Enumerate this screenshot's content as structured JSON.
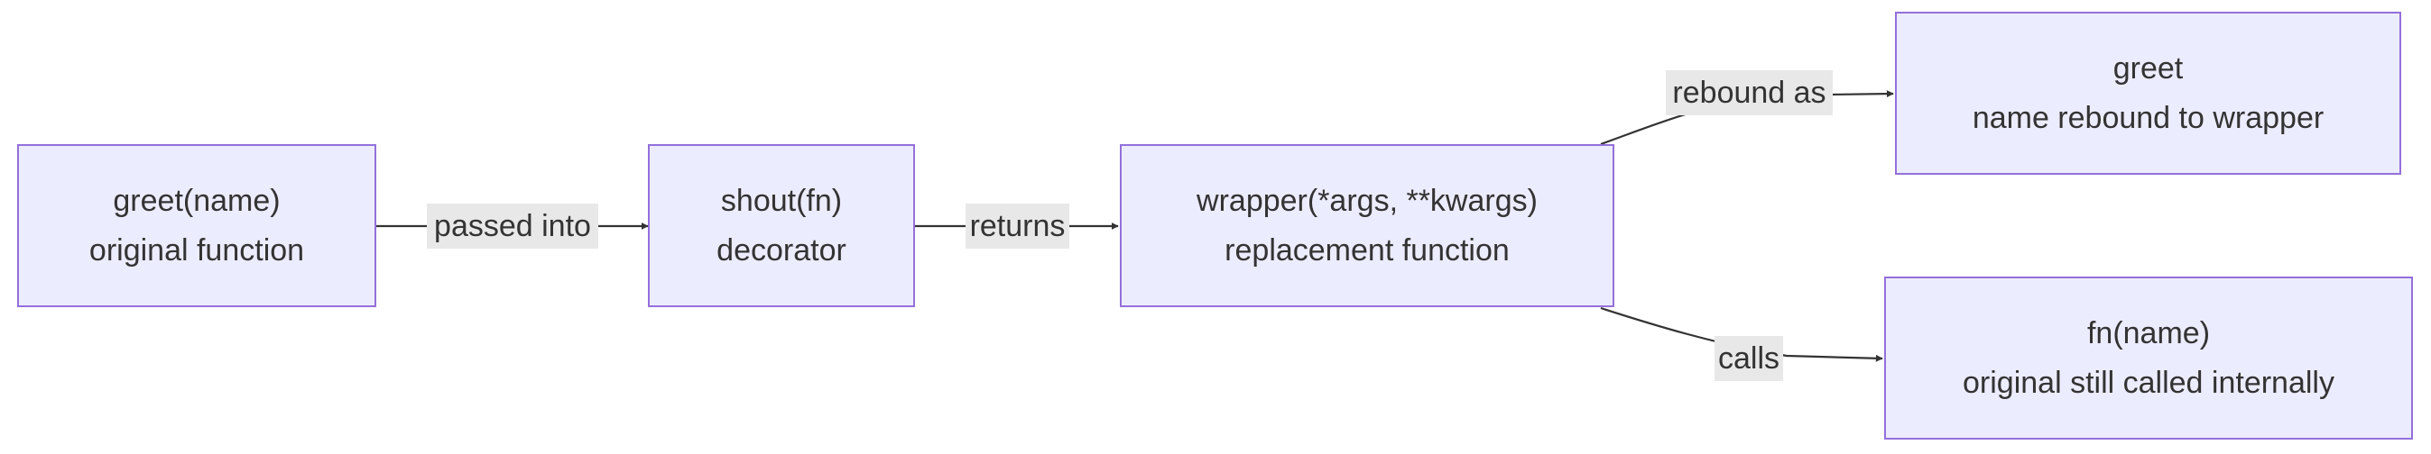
{
  "nodes": {
    "greet_original": {
      "title": "greet(name)",
      "subtitle": "original function"
    },
    "shout": {
      "title": "shout(fn)",
      "subtitle": "decorator"
    },
    "wrapper": {
      "title": "wrapper(*args, **kwargs)",
      "subtitle": "replacement function"
    },
    "greet_rebound": {
      "title": "greet",
      "subtitle": "name rebound to wrapper"
    },
    "fn_internal": {
      "title": "fn(name)",
      "subtitle": "original still called internally"
    }
  },
  "edges": {
    "passed_into": "passed into",
    "returns": "returns",
    "rebound_as": "rebound as",
    "calls": "calls"
  },
  "colors": {
    "node_fill": "#ececff",
    "node_border": "#9370db",
    "edge_line": "#333333",
    "label_bg": "#e8e8e8",
    "text": "#333333"
  }
}
